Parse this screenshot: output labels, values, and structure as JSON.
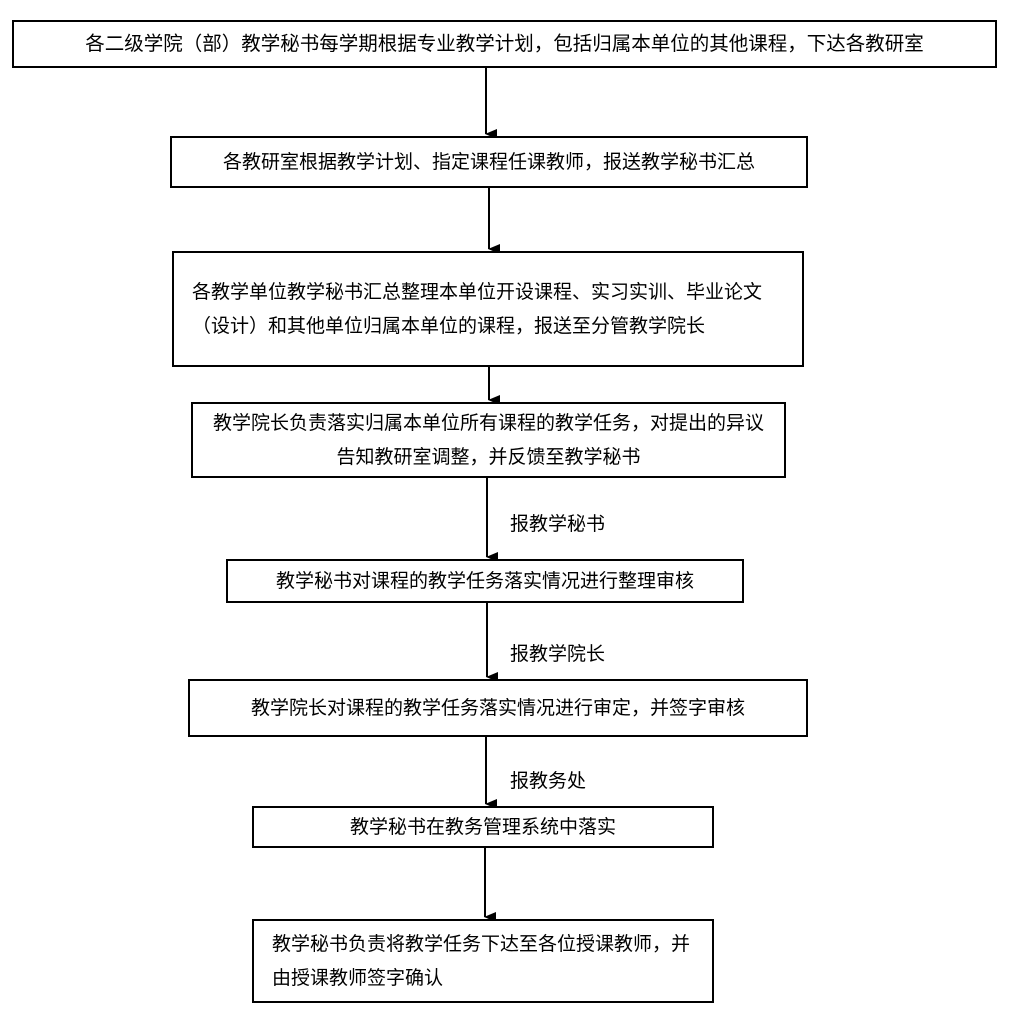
{
  "steps": [
    {
      "id": "b1",
      "text": "各二级学院（部）教学秘书每学期根据专业教学计划，包括归属本单位的其他课程，下达各教研室"
    },
    {
      "id": "b2",
      "text": "各教研室根据教学计划、指定课程任课教师，报送教学秘书汇总"
    },
    {
      "id": "b3",
      "text": "各教学单位教学秘书汇总整理本单位开设课程、实习实训、毕业论文（设计）和其他单位归属本单位的课程，报送至分管教学院长"
    },
    {
      "id": "b4",
      "text": "教学院长负责落实归属本单位所有课程的教学任务，对提出的异议告知教研室调整，并反馈至教学秘书"
    },
    {
      "id": "b5",
      "text": "教学秘书对课程的教学任务落实情况进行整理审核"
    },
    {
      "id": "b6",
      "text": "教学院长对课程的教学任务落实情况进行审定，并签字审核"
    },
    {
      "id": "b7",
      "text": "教学秘书在教务管理系统中落实"
    },
    {
      "id": "b8",
      "text": "教学秘书负责将教学任务下达至各位授课教师，并由授课教师签字确认"
    }
  ],
  "edge_labels": [
    {
      "to": "b5",
      "text": "报教学秘书"
    },
    {
      "to": "b6",
      "text": "报教学院长"
    },
    {
      "to": "b7",
      "text": "报教务处"
    }
  ]
}
